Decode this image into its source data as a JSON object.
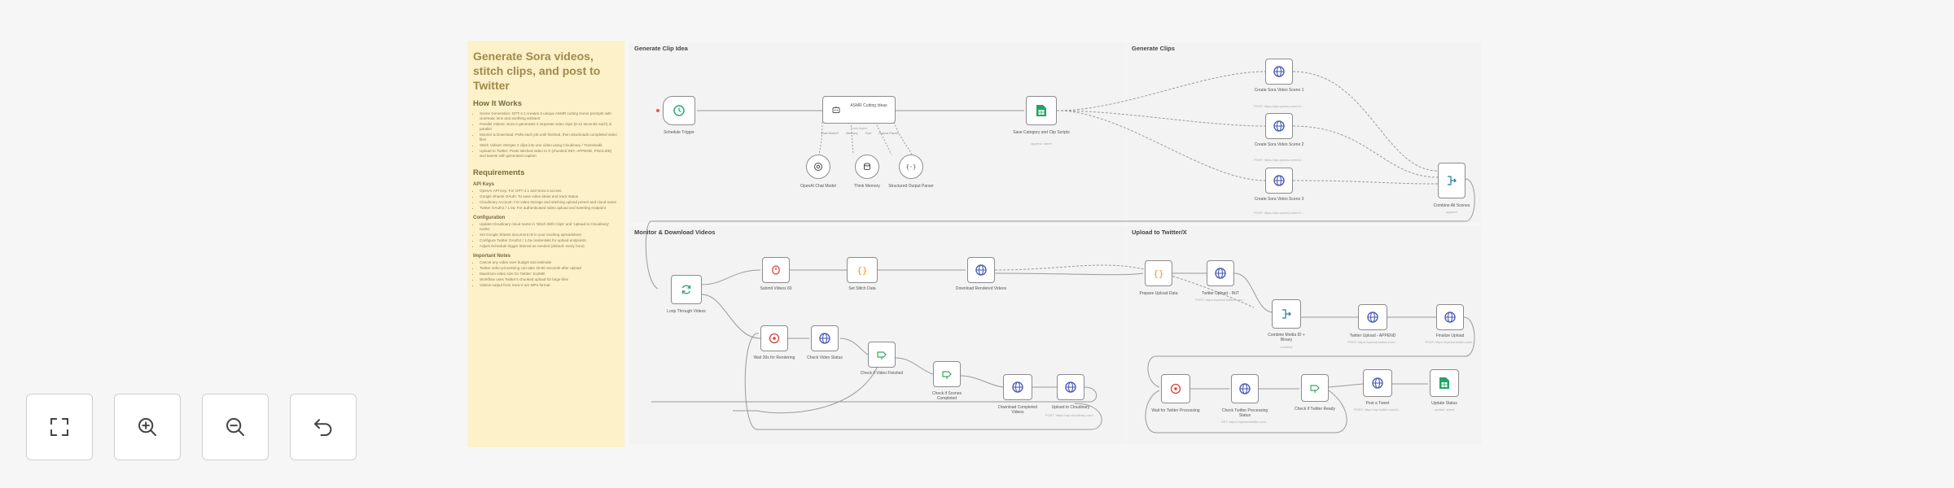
{
  "note": {
    "title": "Generate Sora videos, stitch clips, and post to Twitter",
    "how_title": "How It Works",
    "how_items": [
      "Scene Generation: GPT-4.1 creates 3 unique ASMR cutting scene prompts with cinematic lens and soothing ambient",
      "Parallel Videos: Sora-2 generates 3 separate video clips (8-12 seconds each) in parallel",
      "Monitor & Download: Polls each job until finished, then downloads completed video files",
      "Stitch Videos: Merges 3 clips into one video using Cloudinary / Transloadit",
      "Upload to Twitter: Posts stitched video to X (chunked INIT, APPEND, FINALIZE) and tweets with generated caption"
    ],
    "req_title": "Requirements",
    "apis_title": "API Keys",
    "apis": [
      "OpenAI API Key: For GPT-4.1 and Sora-2 access",
      "Google Sheets OAuth: To save video ideas and track status",
      "Cloudinary Account: For video storage and stitching upload preset and cloud name",
      "Twitter OAuth2 / 1.0a: For authenticated video upload and tweeting endpoint"
    ],
    "config_title": "Configuration",
    "config": [
      "Update Cloudinary cloud name in 'Stitch With Clips' and 'Upload to Cloudinary' nodes",
      "Set Google Sheets document ID in your tracking spreadsheet",
      "Configure Twitter OAuth2 / 1.0a credentials for upload endpoints",
      "Adjust Schedule trigger interval as needed (default: every hour)"
    ],
    "notes_title": "Important Notes",
    "notes": [
      "Cancel any video over budget and estimate",
      "Twitter video processing can take 30-60 seconds after upload",
      "Maximum video size for Twitter: 512MB",
      "Workflow uses Twitter's chunked upload for large files",
      "Videos output from Sora-2 are MP4 format"
    ]
  },
  "groups": {
    "generate_idea": "Generate Clip Idea",
    "generate_clips": "Generate Clips",
    "monitor": "Monitor & Download Videos",
    "upload": "Upload to Twitter/X"
  },
  "nodes": {
    "schedule": "Schedule Trigger",
    "agent": "ASMR Cutting Ideas",
    "agent_sub": "Tools Agent",
    "chat_model": "OpenAI Chat Model",
    "memory": "Think Memory",
    "parser": "Structured Output Parser",
    "agent_ports": [
      "Chat Model*",
      "Memory",
      "Tool",
      "Output Parser"
    ],
    "sheets_save": "Save Category and Clip Scripts",
    "sheets_save_sub": "append: sheet",
    "sora1": "Create Sora Video Scene 1",
    "sora1_sub": "POST: https://api.openai.com/v1/...",
    "sora2": "Create Sora Video Scene 2",
    "sora2_sub": "POST: https://api.openai.com/v1/...",
    "sora3": "Create Sora Video Scene 3",
    "sora3_sub": "POST: https://api.openai.com/v1/...",
    "combine": "Combine All Scenes",
    "combine_sub": "append",
    "loop": "Loop Through Videos",
    "wait1": "Submit Videos 60",
    "stitch_data": "Set Stitch Data",
    "download": "Download Rendered Videos",
    "wait_rendering": "Wait 30s for Rendering",
    "check_status": "Check Video Status",
    "check_finished": "Check if Video Finished",
    "check_complete": "Check if Scenes Completed",
    "download_complete": "Download Completed Videos",
    "upload_cloudinary": "Upload to Cloudinary",
    "upload_cloudinary_sub": "POST: https://api.cloudinary.com/...",
    "prepare_upload": "Prepare Upload Data",
    "twitter_init": "Twitter Upload - INIT",
    "twitter_init_sub": "POST: https://upload.twitter.com/...",
    "combine_media": "Combine Media ID + Binary",
    "combine_media_sub": "combine",
    "twitter_append": "Twitter Upload - APPEND",
    "twitter_append_sub": "POST: https://upload.twitter.com/...",
    "finalize": "Finalize Upload",
    "finalize_sub": "POST: https://upload.twitter.com/...",
    "wait_twitter": "Wait for Twitter Processing",
    "check_twitter": "Check Twitter Processing Status",
    "check_twitter_sub": "GET: https://upload.twitter.com/...",
    "check_ready": "Check if Twitter Ready",
    "post_tweet": "Post a Tweet",
    "post_tweet_sub": "POST: https://api.twitter.com/2/...",
    "update_status": "Update Status",
    "update_status_sub": "update: sheet"
  },
  "controls": {
    "fit_view": "fit-view-icon",
    "zoom_in": "zoom-in-icon",
    "zoom_out": "zoom-out-icon",
    "undo": "undo-icon"
  },
  "colors": {
    "note_bg": "#fcf1c9",
    "sheets_green": "#21a464",
    "http_blue": "#4f5fb5",
    "trigger_green": "#2aa876",
    "wait_red": "#d5463a",
    "set_orange": "#e59a2e",
    "if_green": "#3aa860",
    "merge_teal": "#2f7ea8"
  }
}
